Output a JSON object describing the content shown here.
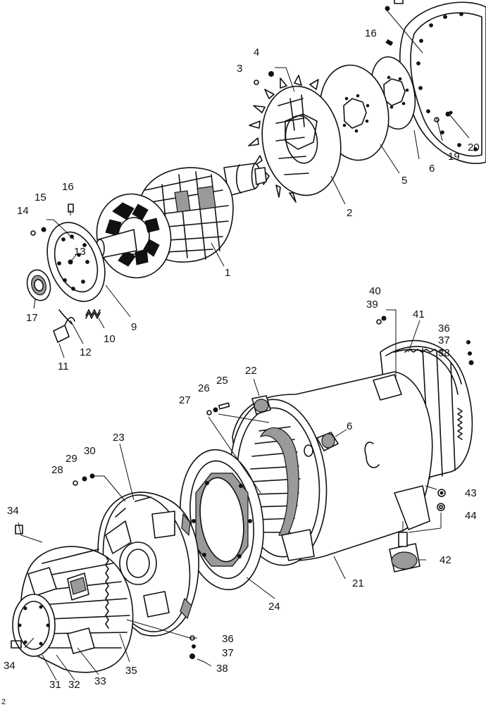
{
  "callouts": {
    "p1": "1",
    "p2": "2",
    "p3": "3",
    "p4": "4",
    "p5": "5",
    "p6a": "6",
    "p6b": "6",
    "p9": "9",
    "p10": "10",
    "p11": "11",
    "p12": "12",
    "p13": "13",
    "p14": "14",
    "p15": "15",
    "p16a": "16",
    "p16b": "16",
    "p17": "17",
    "p19": "19",
    "p20": "20",
    "p21": "21",
    "p22": "22",
    "p23": "23",
    "p24": "24",
    "p25": "25",
    "p26": "26",
    "p27": "27",
    "p28": "28",
    "p29": "29",
    "p30": "30",
    "p31": "31",
    "p32": "32",
    "p33": "33",
    "p34a": "34",
    "p34b": "34",
    "p35": "35",
    "p36a": "36",
    "p36b": "36",
    "p37a": "37",
    "p37b": "37",
    "p38a": "38",
    "p38b": "38",
    "p39": "39",
    "p40": "40",
    "p41": "41",
    "p42": "42",
    "p43": "43",
    "p44": "44"
  },
  "page_number": "2"
}
